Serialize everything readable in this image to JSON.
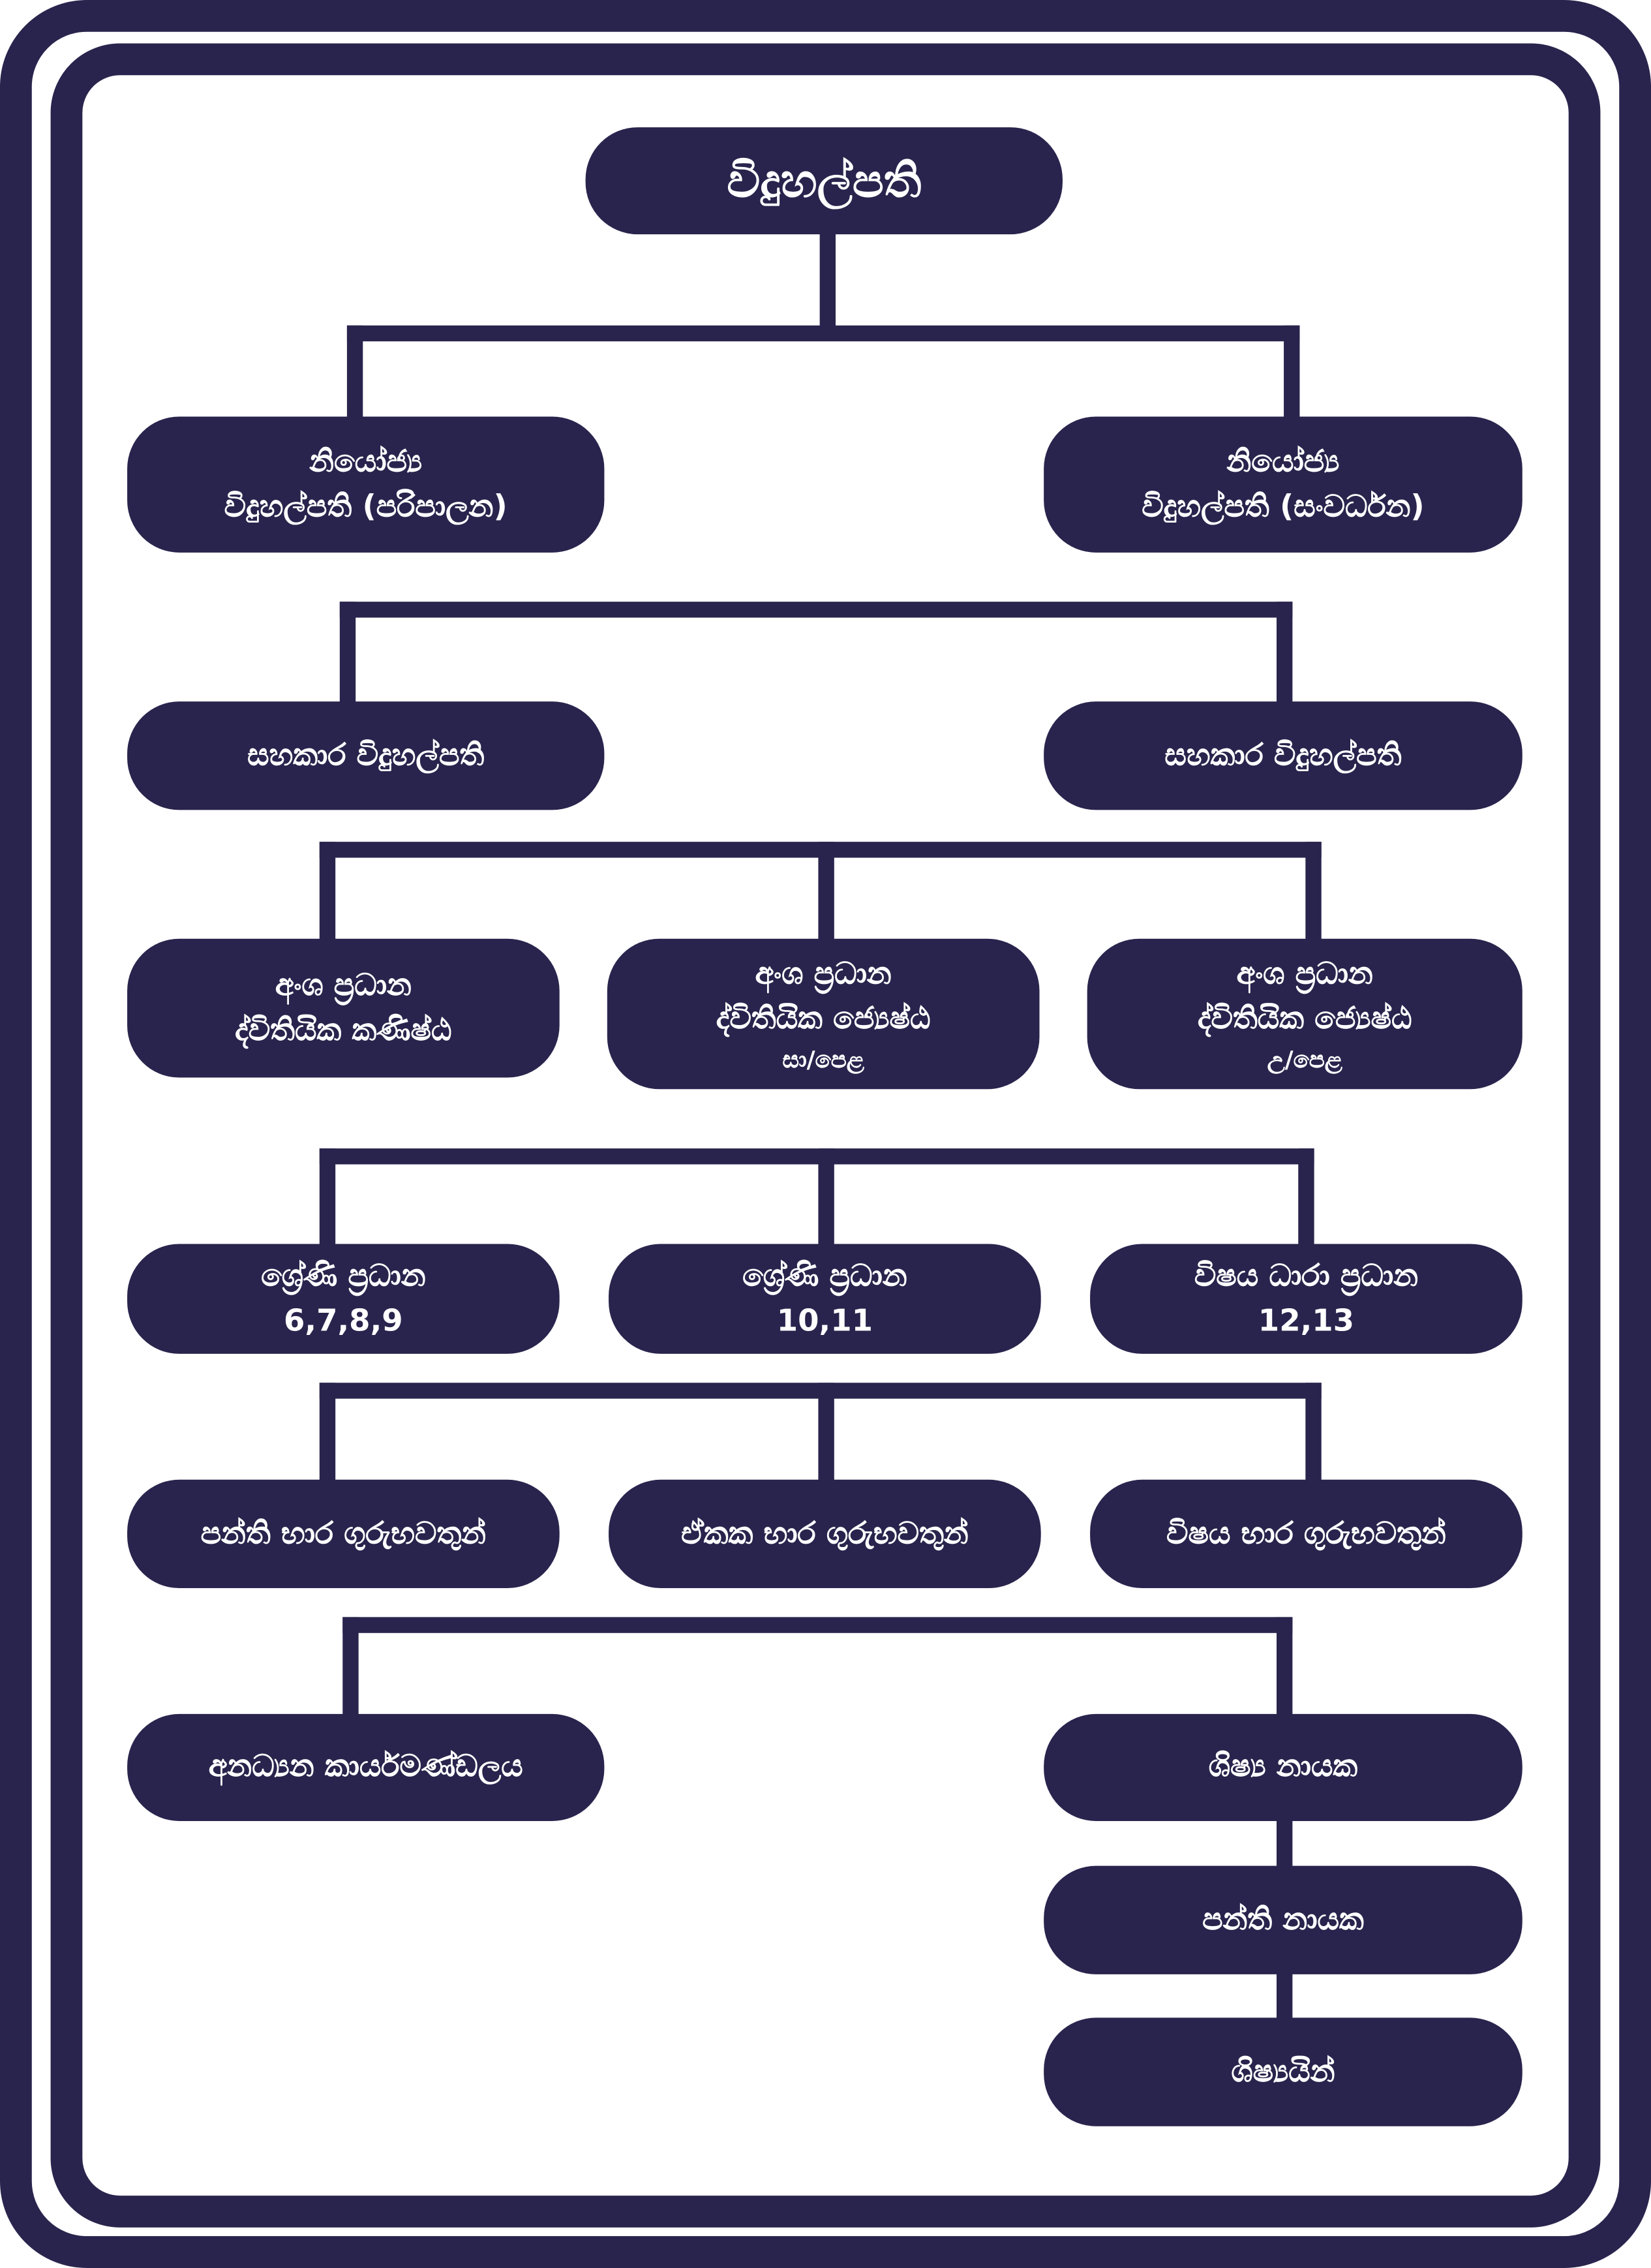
{
  "chart": {
    "principal": "විදුහල්පති",
    "deputy_admin": {
      "line1": "නියෝජ්‍ය",
      "line2": "විදුහල්පති (පරිපාලන)"
    },
    "deputy_dev": {
      "line1": "නියෝජ්‍ය",
      "line2": "විදුහල්පති (සංවර්ධන)"
    },
    "assistant_left": "සහකාර විදුහල්පති",
    "assistant_right": "සහකාර විදුහල්පති",
    "section_junior": {
      "line1": "අංශ ප්‍රධාන",
      "line2": "ද්විතියික කණිෂ්ඨ"
    },
    "section_senior_ol": {
      "line1": "අංශ ප්‍රධාන",
      "line2": "ද්විතියික ජ්‍යෙෂ්ඨ",
      "line3": "සා/පෙළ"
    },
    "section_senior_al": {
      "line1": "අංශ ප්‍රධාන",
      "line2": "ද්විතියික ජ්‍යෙෂ්ඨ",
      "line3": "උ/පෙළ"
    },
    "grade_head_6_9": {
      "line1": "ශ්‍රේණි ප්‍රධාන",
      "line2": "6,7,8,9"
    },
    "grade_head_10_11": {
      "line1": "ශ්‍රේණි ප්‍රධාන",
      "line2": "10,11"
    },
    "stream_head_12_13": {
      "line1": "විෂය ධාරා ප්‍රධාන",
      "line2": "12,13"
    },
    "class_teachers": "පන්ති භාර ගුරුභවතුන්",
    "unit_teachers": "ඒකක භාර ගුරුභවතුන්",
    "subject_teachers": "විෂය භාර ගුරුභවතුන්",
    "non_academic_staff": "අනධ්‍යන කාර්යමණ්ඩලය",
    "student_leaders": "ශිෂ්‍ය නායක",
    "class_leaders": "පන්ති නායක",
    "students": "ශිෂ්‍යයින්"
  }
}
